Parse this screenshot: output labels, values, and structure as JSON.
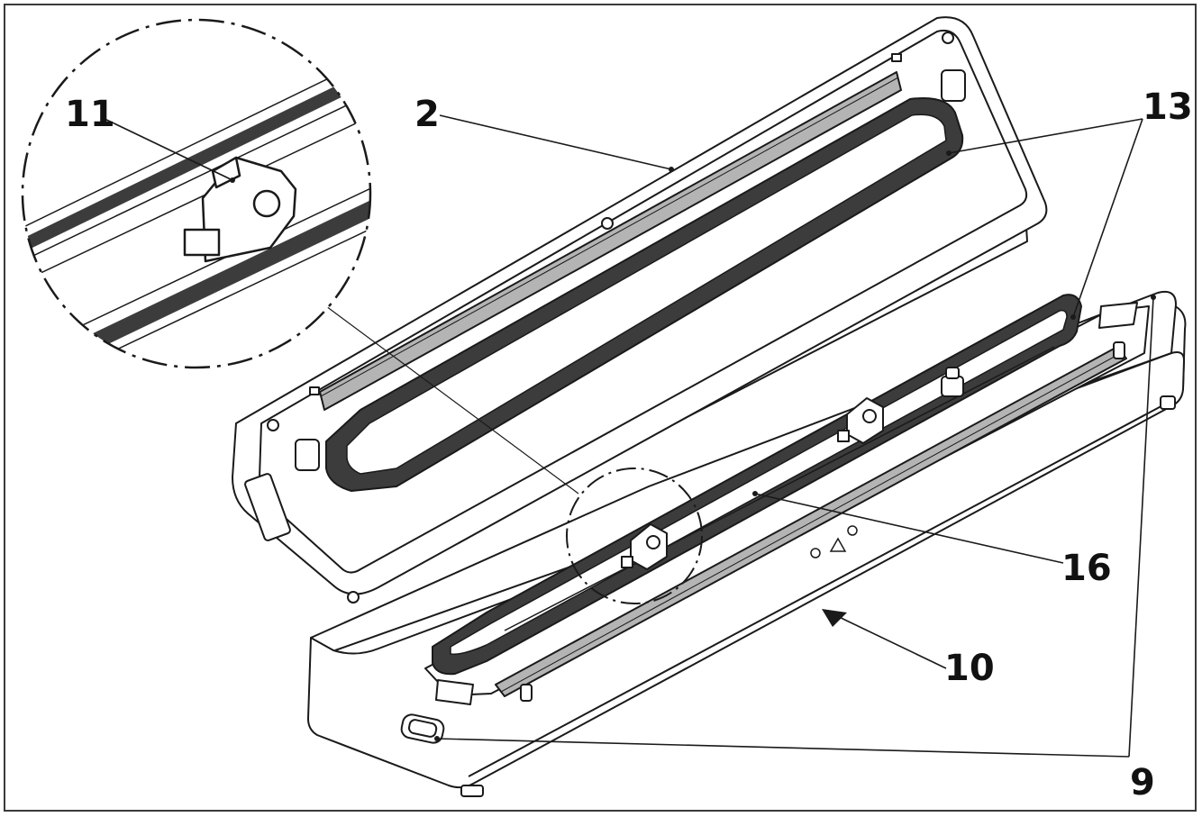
{
  "callouts": {
    "c2": "2",
    "c9": "9",
    "c10": "10",
    "c11": "11",
    "c13": "13",
    "c16": "16"
  },
  "colors": {
    "line": "#1a1a1a",
    "gasket": "#3c3c3c",
    "sealing_strip": "#b4b4b4",
    "background": "#ffffff"
  }
}
